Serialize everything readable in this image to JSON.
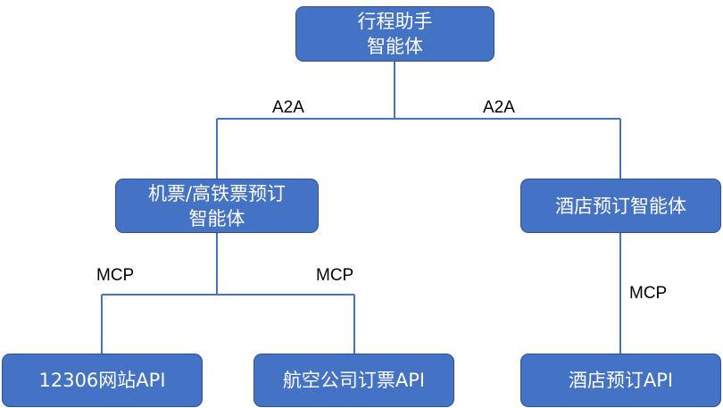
{
  "nodes": {
    "root": {
      "line1": "行程助手",
      "line2": "智能体"
    },
    "ticket_agent": {
      "line1": "机票/高铁票预订",
      "line2": "智能体"
    },
    "hotel_agent": {
      "label": "酒店预订智能体"
    },
    "api_12306": {
      "label": "12306网站API"
    },
    "airline_api": {
      "label": "航空公司订票API"
    },
    "hotel_api": {
      "label": "酒店预订API"
    }
  },
  "edges": {
    "a2a_left": "A2A",
    "a2a_right": "A2A",
    "mcp_left": "MCP",
    "mcp_middle": "MCP",
    "mcp_right": "MCP"
  },
  "colors": {
    "node_fill": "#4472c4",
    "node_border": "#2f528f",
    "connector": "#4472c4",
    "node_text": "#ffffff",
    "label_text": "#000000"
  }
}
